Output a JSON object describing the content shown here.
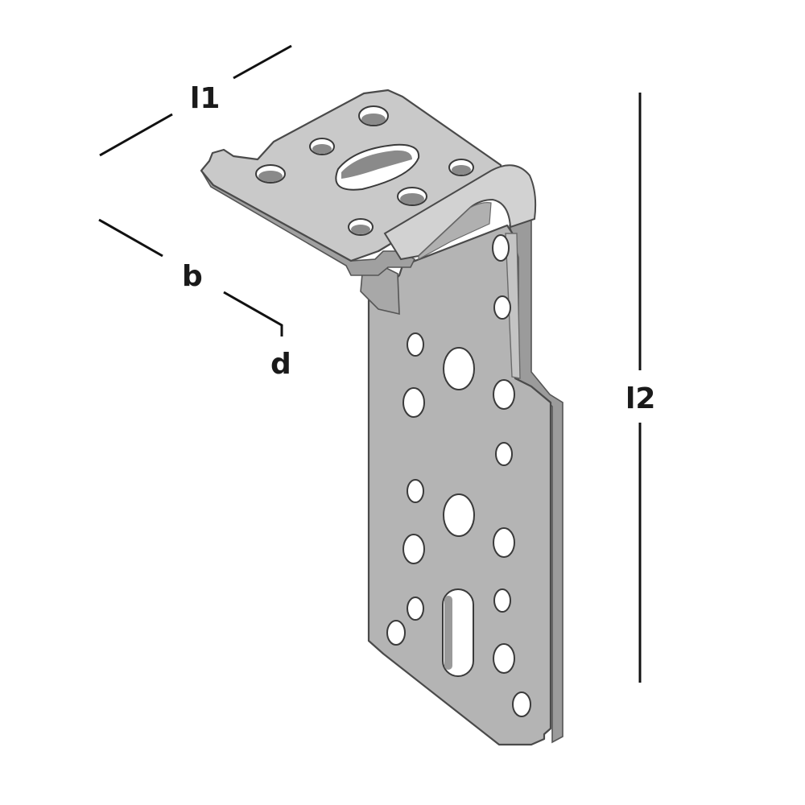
{
  "figure": {
    "labels": {
      "l1": "l1",
      "b": "b",
      "d": "d",
      "l2": "l2"
    },
    "colors": {
      "plate_face": "#b5b5b5",
      "plate_top": "#c9c9c9",
      "plate_edge": "#8e8e8e",
      "hole_inner": "#ffffff",
      "hole_shade": "#7d7d7d",
      "dimension_line": "#111111"
    }
  }
}
